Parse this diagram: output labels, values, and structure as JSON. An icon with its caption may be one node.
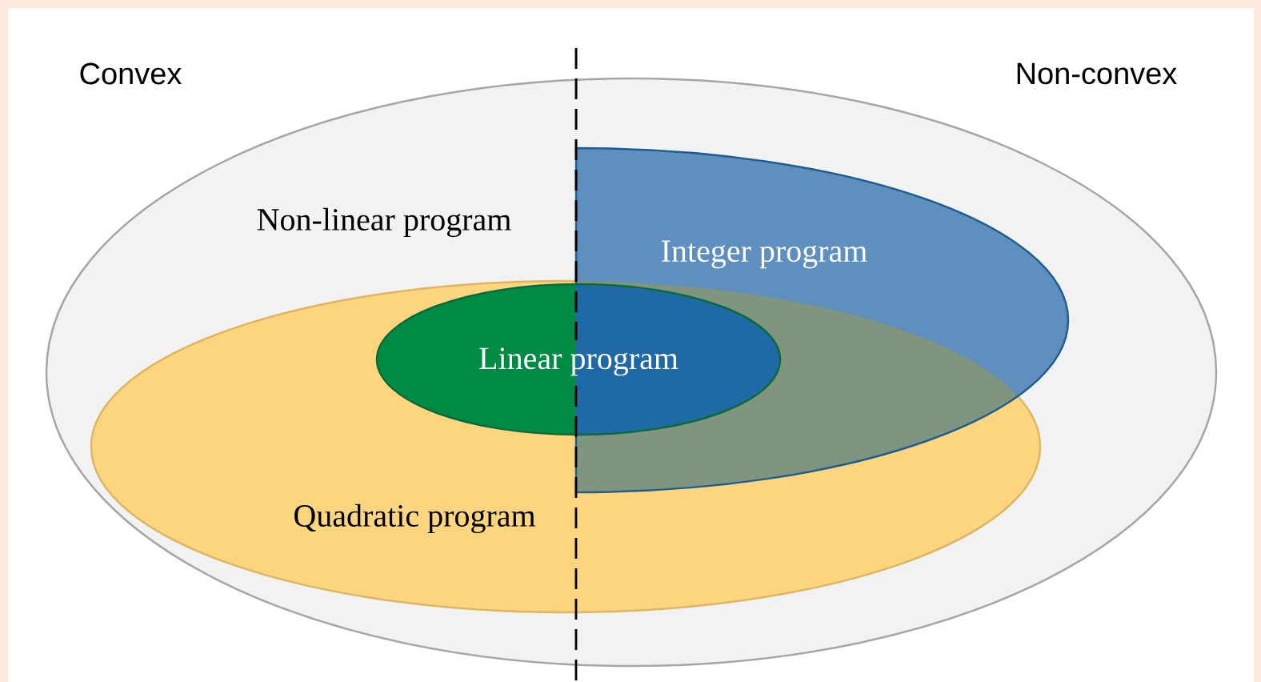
{
  "diagram": {
    "nodes": [
      {
        "text": [
          "Non-linear program"
        ]
      },
      {
        "text": [
          "Quadratic program"
        ],
        "in": 0
      },
      {
        "text": [
          "Integer program"
        ],
        "in": 0
      },
      {
        "text": [
          "Linear program"
        ],
        "in": 1
      }
    ],
    "labels": [
      "Convex",
      "Non-convex"
    ]
  }
}
